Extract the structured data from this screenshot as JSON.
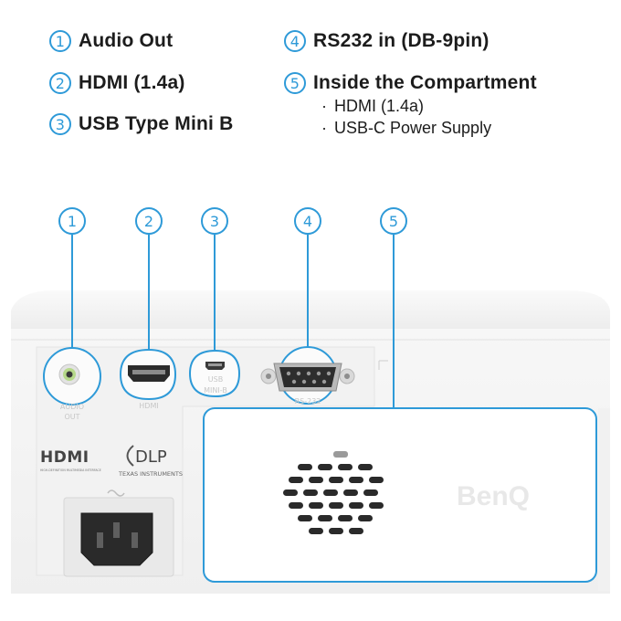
{
  "legend": {
    "items": [
      {
        "number": "1",
        "label": "Audio Out"
      },
      {
        "number": "2",
        "label": "HDMI (1.4a)"
      },
      {
        "number": "3",
        "label": "USB Type Mini B"
      },
      {
        "number": "4",
        "label": "RS232 in (DB-9pin)"
      },
      {
        "number": "5",
        "label": "Inside the Compartment"
      }
    ],
    "sub_items": [
      "HDMI (1.4a)",
      "USB-C Power Supply"
    ]
  },
  "callouts": [
    "1",
    "2",
    "3",
    "4",
    "5"
  ],
  "port_labels": {
    "audio_line1": "AUDIO",
    "audio_line2": "OUT",
    "hdmi": "HDMI",
    "usb_line1": "USB",
    "usb_line2": "MINI-B",
    "rs232": "RS-232"
  },
  "logos": {
    "hdmi": "HDMI",
    "hdmi_tagline": "HIGH-DEFINITION MULTIMEDIA INTERFACE",
    "dlp": "DLP",
    "dlp_maker": "TEXAS INSTRUMENTS",
    "brand": "BenQ"
  },
  "colors": {
    "accent": "#2e9ad8",
    "body": "#f4f4f4",
    "text": "#1c1c1c"
  },
  "icons": [
    "power-socket-icon",
    "speaker-grille-icon",
    "ac-tilde-icon"
  ]
}
